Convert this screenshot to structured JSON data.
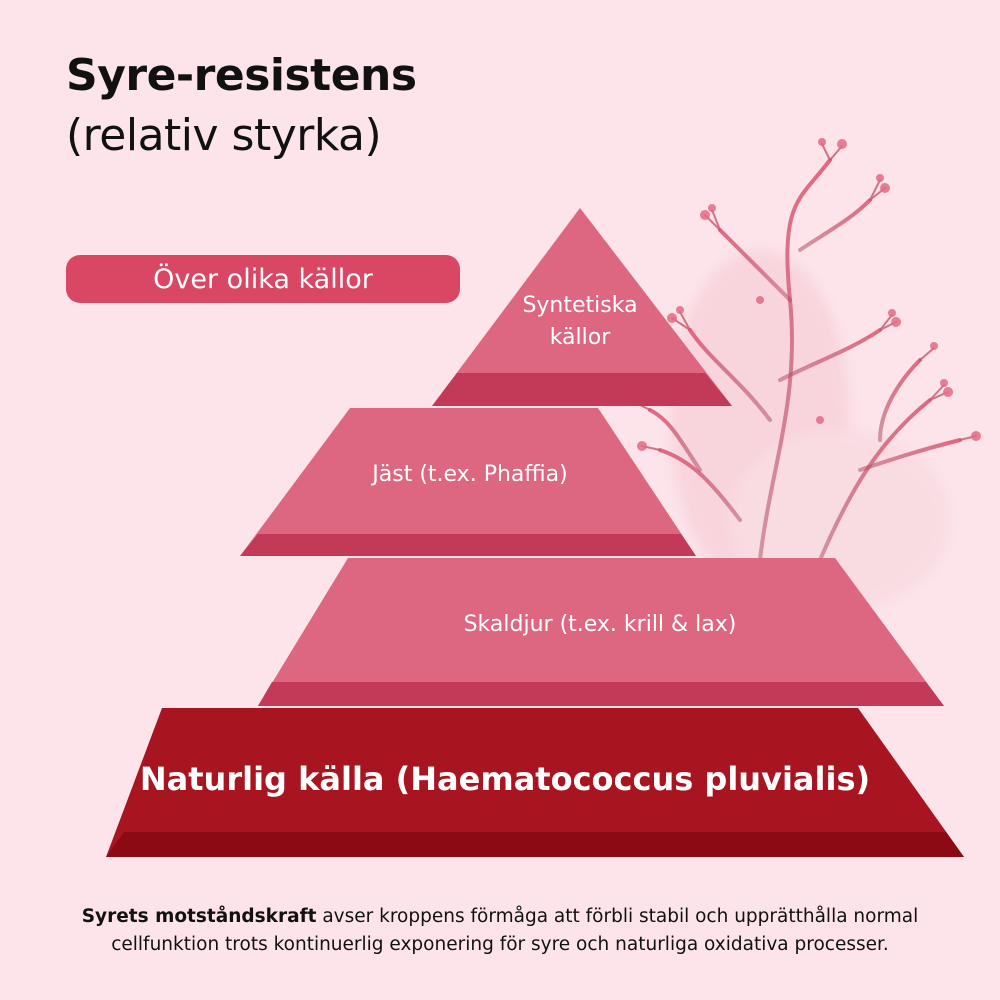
{
  "title": {
    "main": "Syre-resistens",
    "sub": "(relativ styrka)"
  },
  "badge": {
    "label": "Över olika källor"
  },
  "pyramid": {
    "levels": [
      {
        "label_line1": "Syntetiska",
        "label_line2": "källor"
      },
      {
        "label": "Jäst (t.ex. Phaffia)"
      },
      {
        "label": "Skaldjur (t.ex. krill & lax)"
      },
      {
        "label": "Naturlig källa (Haematococcus pluvialis)"
      }
    ]
  },
  "footnote": {
    "bold": "Syrets motståndskraft",
    "rest_line1": " avser kroppens förmåga att förbli stabil och upprätthålla normal",
    "line2": "cellfunktion trots kontinuerlig exponering för syre och naturliga oxidativa processer."
  },
  "colors": {
    "background": "#fce4ea",
    "badge": "#d94764",
    "tier_face": "#dd6680",
    "tier_band": "#c23a58",
    "base_face": "#a8141f",
    "base_band": "#8c0a14",
    "seaweed": "#e05a78"
  }
}
